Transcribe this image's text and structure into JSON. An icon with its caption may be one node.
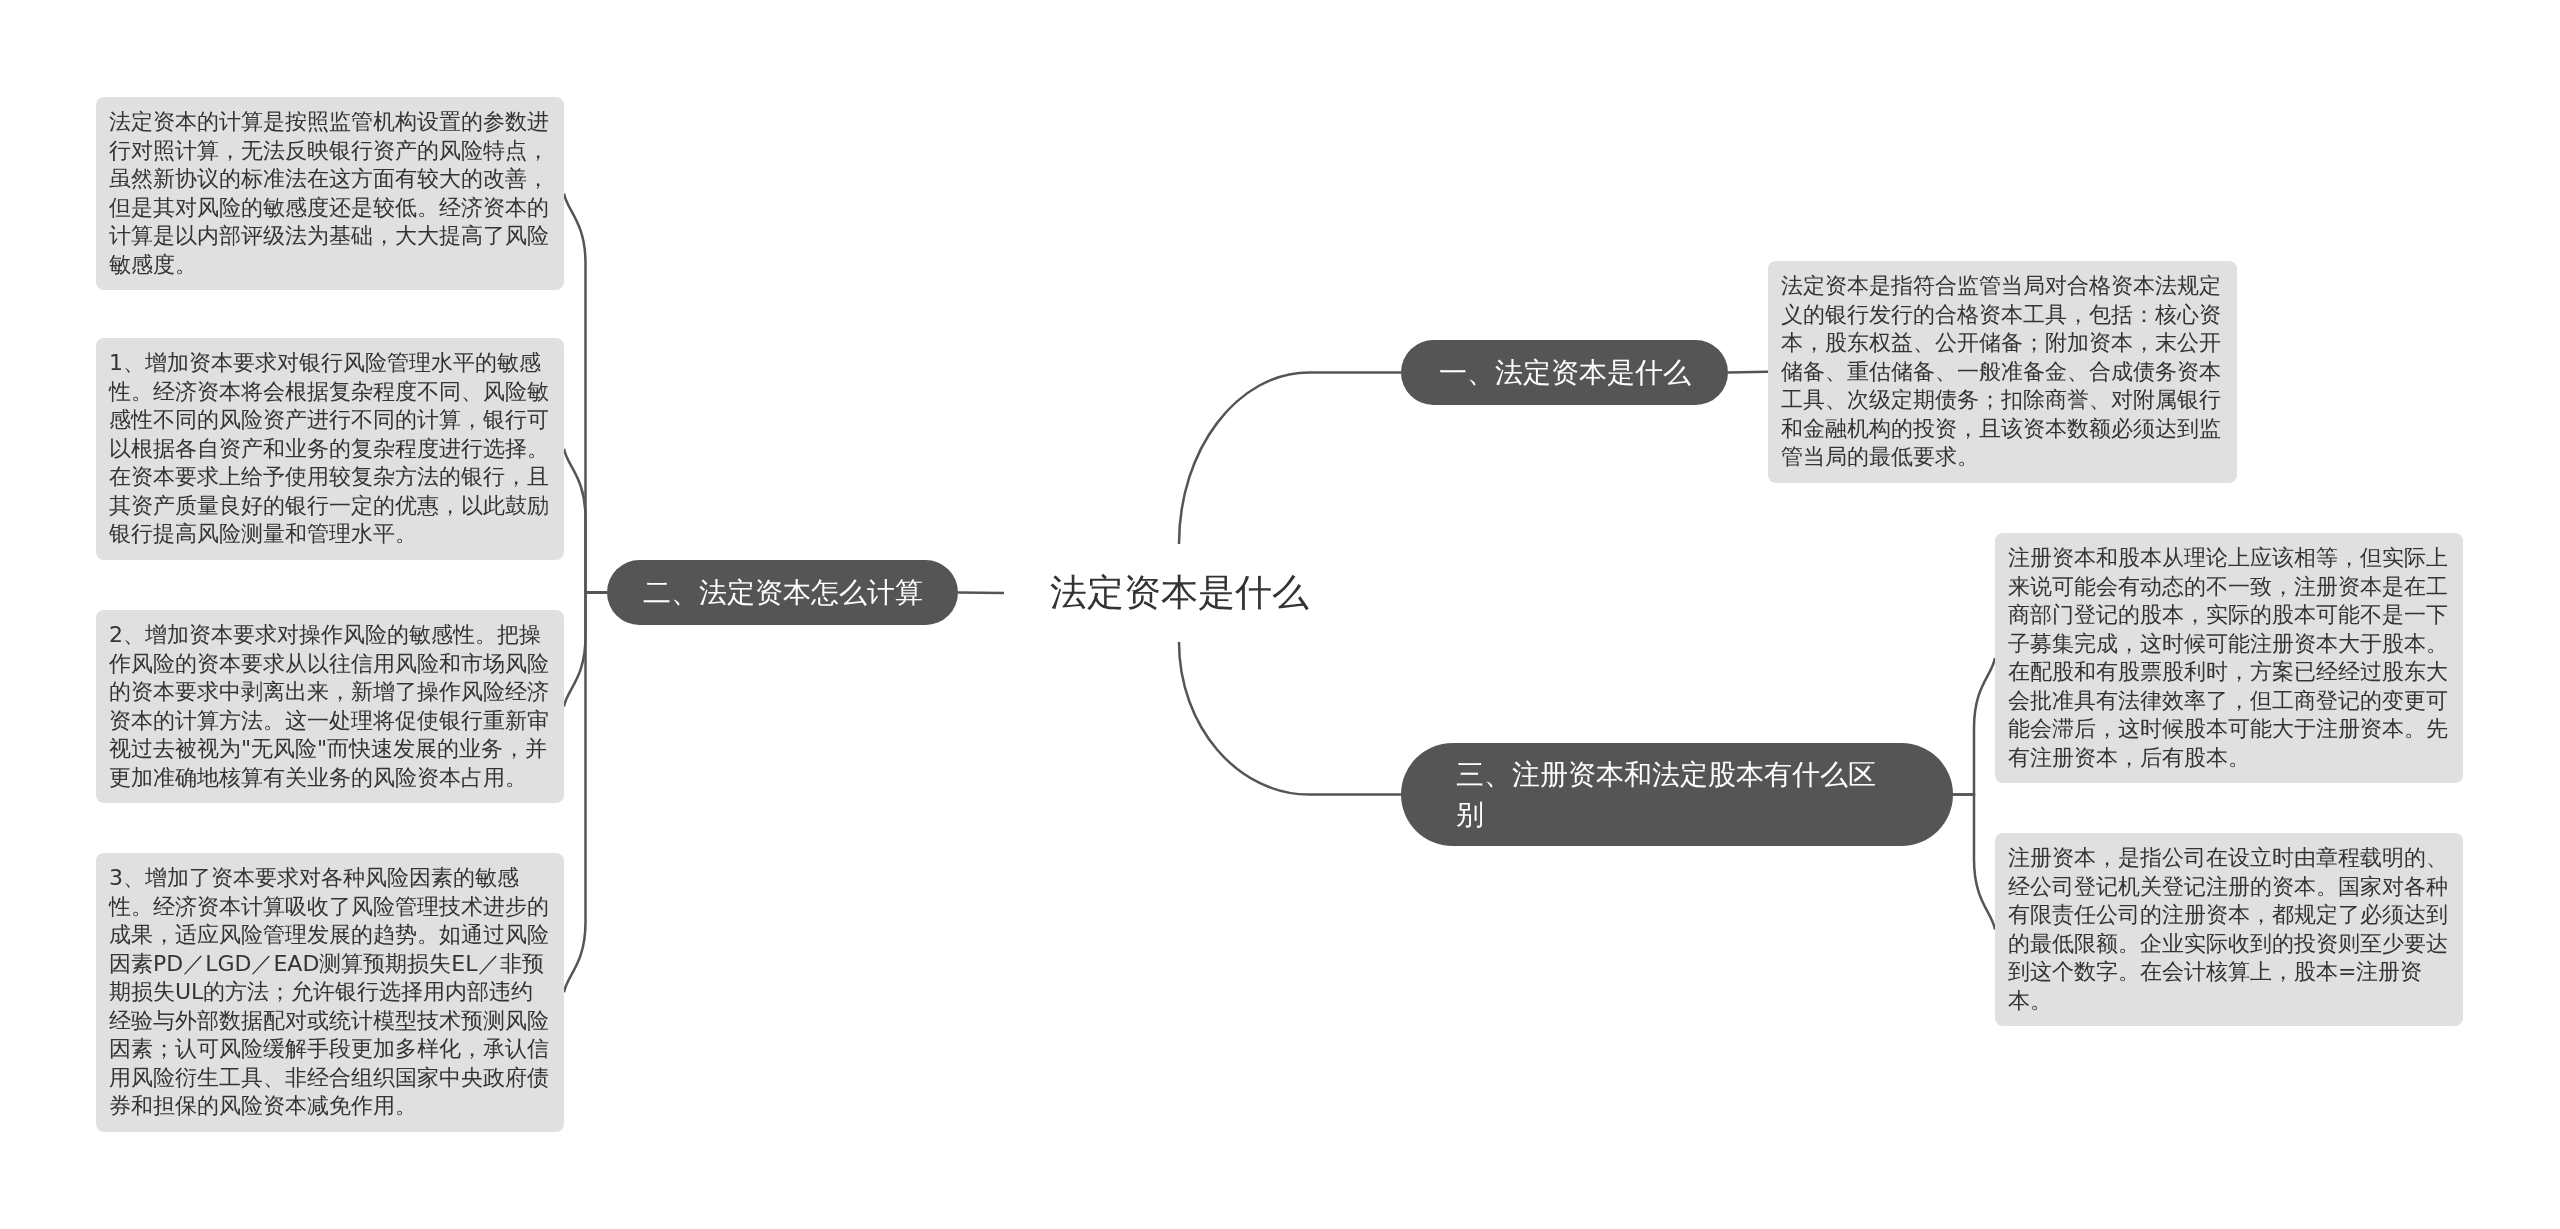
{
  "diagram": {
    "nodes": [
      {
        "text": [
          "法定资本是什么"
        ]
      },
      {
        "text": [
          "一、法定资本是什么"
        ]
      },
      {
        "text": [
          "二、法定资本怎么计算"
        ]
      },
      {
        "text": [
          "三、注册资本和法定股本有什么区别"
        ]
      },
      {
        "text": [
          "法定资本是指符合监管当局对合格资本法规定义的银行发行的合格资本工具，包括：核心资本，股东权益、公开储备；附加资本，末公开储备、重估储备、一般准备金、合成债务资本工具、次级定期债务；扣除商誉、对附属银行和金融机构的投资，且该资本数额必须达到监管当局的最低要求。"
        ]
      },
      {
        "text": [
          "法定资本的计算是按照监管机构设置的参数进行对照计算，无法反映银行资产的风险特点，虽然新协议的标准法在这方面有较大的改善，但是其对风险的敏感度还是较低。经济资本的计算是以内部评级法为基础，大大提高了风险敏感度。"
        ]
      },
      {
        "text": [
          "1、增加资本要求对银行风险管理水平的敏感性。经济资本将会根据复杂程度不同、风险敏感性不同的风险资产进行不同的计算，银行可以根据各自资产和业务的复杂程度进行选择。在资本要求上给予使用较复杂方法的银行，且其资产质量良好的银行一定的优惠，以此鼓励银行提高风险测量和管理水平。"
        ]
      },
      {
        "text": [
          "2、增加资本要求对操作风险的敏感性。把操作风险的资本要求从以往信用风险和市场风险的资本要求中剥离出来，新增了操作风险经济资本的计算方法。这一处理将促使银行重新审视过去被视为\"无风险\"而快速发展的业务，并更加准确地核算有关业务的风险资本占用。"
        ]
      },
      {
        "text": [
          "3、增加了资本要求对各种风险因素的敏感性。经济资本计算吸收了风险管理技术进步的成果，适应风险管理发展的趋势。如通过风险因素PD／LGD／EAD测算预期损失EL／非预期损失UL的方法；允许银行选择用内部违约经验与外部数据配对或统计模型技术预测风险因素；认可风险缓解手段更加多样化，承认信用风险衍生工具、非经合组织国家中央政府债券和担保的风险资本减免作用。"
        ]
      },
      {
        "text": [
          "注册资本和股本从理论上应该相等，但实际上来说可能会有动态的不一致，注册资本是在工商部门登记的股本，实际的股本可能不是一下子募集完成，这时候可能注册资本大于股本。在配股和有股票股利时，方案已经经过股东大会批准具有法律效率了，但工商登记的变更可能会滞后，这时候股本可能大于注册资本。先有注册资本，后有股本。"
        ]
      },
      {
        "text": [
          "注册资本，是指公司在设立时由章程载明的、经公司登记机关登记注册的资本。国家对各种有限责任公司的注册资本，都规定了必须达到的最低限额。企业实际收到的投资则至少要达到这个数字。在会计核算上，股本=注册资本。"
        ]
      }
    ],
    "edges": [
      {
        "from": 0,
        "to": 1,
        "arrow": "none"
      },
      {
        "from": 0,
        "to": 2,
        "arrow": "none"
      },
      {
        "from": 0,
        "to": 3,
        "arrow": "none"
      },
      {
        "from": 1,
        "to": 4,
        "arrow": "none"
      },
      {
        "from": 2,
        "to": 5,
        "arrow": "none"
      },
      {
        "from": 2,
        "to": 6,
        "arrow": "none"
      },
      {
        "from": 2,
        "to": 7,
        "arrow": "none"
      },
      {
        "from": 2,
        "to": 8,
        "arrow": "none"
      },
      {
        "from": 3,
        "to": 9,
        "arrow": "none"
      },
      {
        "from": 3,
        "to": 10,
        "arrow": "none"
      }
    ]
  }
}
